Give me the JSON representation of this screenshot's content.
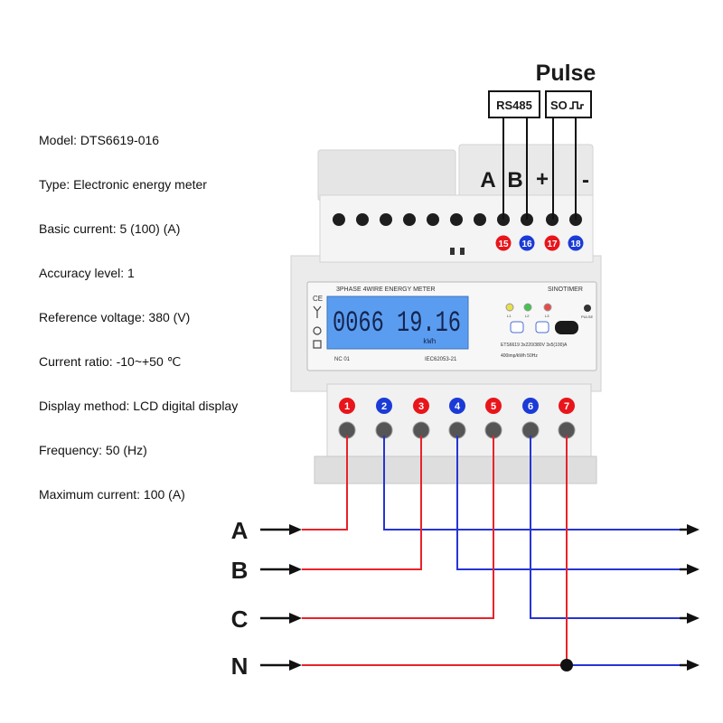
{
  "specs": [
    "Model: DTS6619-016",
    "Type: Electronic energy meter",
    "Basic current: 5 (100) (A)",
    "Accuracy level: 1",
    "Reference voltage: 380 (V)",
    "Current ratio: -10~+50 ℃",
    "Display method: LCD digital display",
    "Frequency: 50 (Hz)",
    "Maximum current: 100 (A)"
  ],
  "pulse": {
    "title": "Pulse",
    "rs485_label": "RS485",
    "so_label": "SO",
    "so_icon": "pulse-wave-icon"
  },
  "top_terminals": {
    "letters": [
      "A",
      "B",
      "+",
      "-"
    ],
    "numbers": [
      "15",
      "16",
      "17",
      "18"
    ]
  },
  "bottom_terminals": {
    "numbers": [
      "1",
      "2",
      "3",
      "4",
      "5",
      "6",
      "7"
    ]
  },
  "lines": [
    "A",
    "B",
    "C",
    "N"
  ],
  "meter": {
    "model_title": "3PHASE 4WIRE ENERGY METER",
    "brand": "SINOTIMER",
    "lcd_reading": "0066 19.16",
    "lcd_unit": "kWh",
    "led_labels": [
      "L1",
      "L2",
      "L3"
    ],
    "pulse_button": "PULSE",
    "rating_line1": "ETS6619   3x220/380V   3x5(100)A",
    "rating_line2": "400imp/kWh   50Hz",
    "cert_mark": "CE",
    "serial": "NC 01",
    "standard": "IEC62053-21"
  },
  "colors": {
    "phase_wire": "#e8232a",
    "neutral_wire": "#2634d4",
    "lcd": "#5a9df0"
  }
}
